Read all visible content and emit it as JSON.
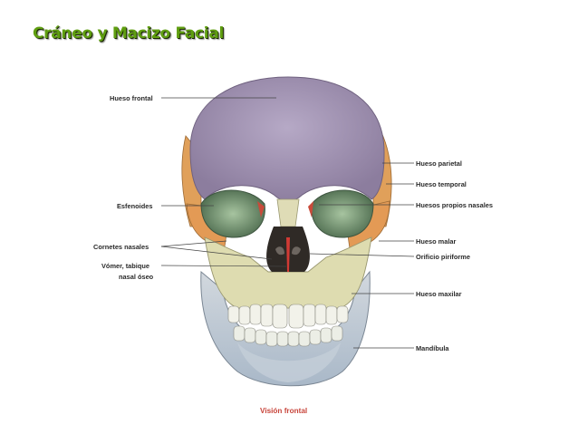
{
  "title": "Cráneo y Macizo Facial",
  "labels_left": {
    "hueso_frontal": "Hueso frontal",
    "esfenoides": "Esfenoides",
    "cornetes_nasales": "Cornetes nasales",
    "vomer_line1": "Vómer, tabique",
    "vomer_line2": "nasal óseo"
  },
  "labels_right": {
    "hueso_parietal": "Hueso parietal",
    "hueso_temporal": "Hueso temporal",
    "huesos_propios_nasales": "Huesos propios nasales",
    "hueso_malar": "Hueso malar",
    "orificio_piriforme": "Orificio piriforme",
    "hueso_maxilar": "Hueso maxilar",
    "mandibula": "Mandíbula"
  },
  "caption": "Visión frontal",
  "colors": {
    "title": "#5f9e10",
    "frontal": "#a89bb8",
    "parietal_temporal": "#e0a05a",
    "orbit_green": "#8fb38a",
    "maxillary": "#dedcb0",
    "mandible": "#bcc8d4",
    "caption": "#c8453b"
  }
}
